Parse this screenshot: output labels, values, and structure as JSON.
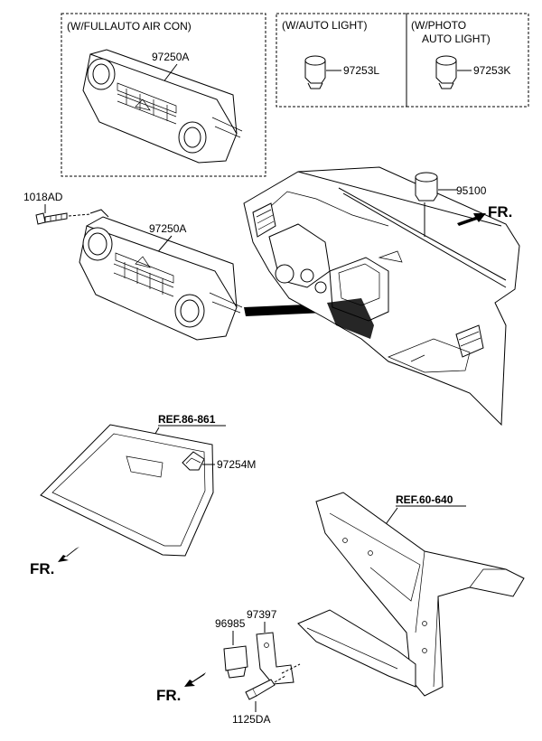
{
  "boxes": {
    "full_auto_air_con": "(W/FULLAUTO AIR CON)",
    "auto_light": "(W/AUTO LIGHT)",
    "photo_auto_light_line1": "(W/PHOTO",
    "photo_auto_light_line2": "AUTO LIGHT)"
  },
  "parts": {
    "p97250A_top": "97250A",
    "p97253L": "97253L",
    "p97253K": "97253K",
    "p1018AD": "1018AD",
    "p97250A_main": "97250A",
    "p95100": "95100",
    "p97254M": "97254M",
    "p97397": "97397",
    "p96985": "96985",
    "p1125DA": "1125DA"
  },
  "refs": {
    "ref_86_861": "REF.86-861",
    "ref_60_640": "REF.60-640"
  },
  "direction": {
    "fr_dash": "FR.",
    "fr_windshield": "FR.",
    "fr_bracket": "FR."
  }
}
